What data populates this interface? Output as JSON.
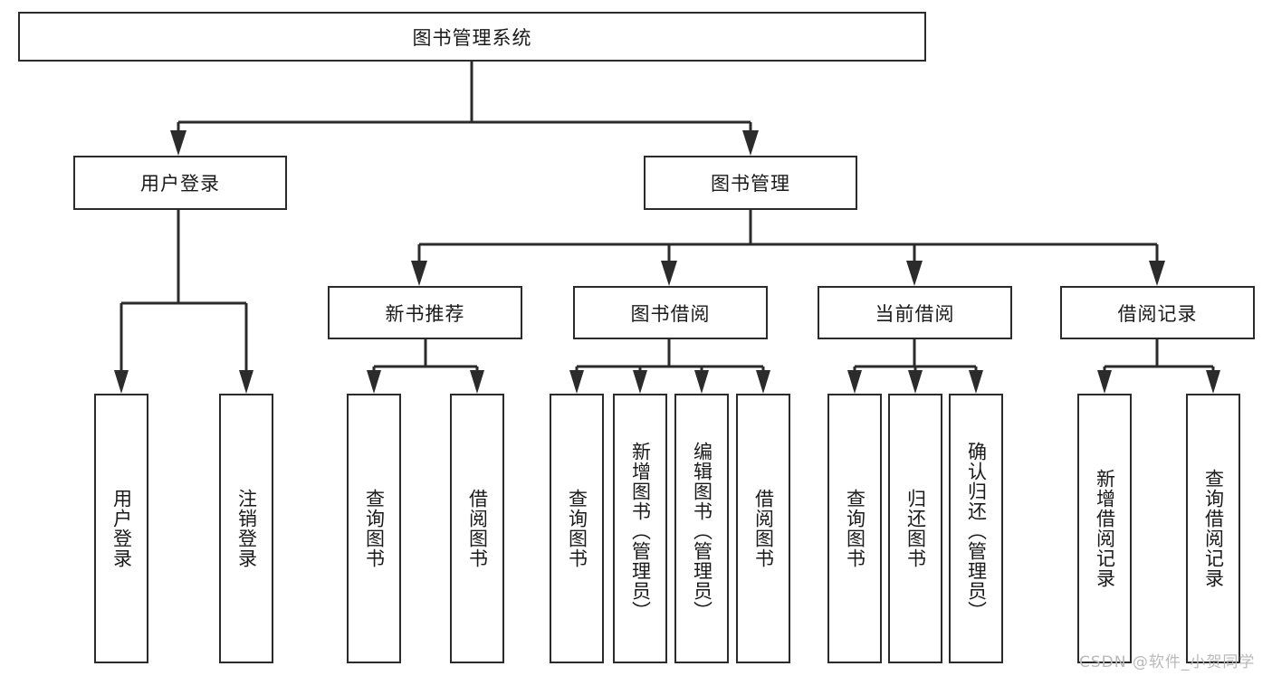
{
  "diagram": {
    "type": "tree",
    "watermark": "CSDN @软件_小贺同学",
    "root": {
      "label": "图书管理系统"
    },
    "level2": [
      {
        "label": "用户登录"
      },
      {
        "label": "图书管理"
      }
    ],
    "level3": [
      {
        "label": "新书推荐"
      },
      {
        "label": "图书借阅"
      },
      {
        "label": "当前借阅"
      },
      {
        "label": "借阅记录"
      }
    ],
    "leaves": {
      "user_login": [
        "用户登录",
        "注销登录"
      ],
      "new_book": [
        "查询图书",
        "借阅图书"
      ],
      "borrow_book": [
        "查询图书",
        "新增图书（管理员）",
        "编辑图书（管理员）",
        "借阅图书"
      ],
      "current_borrow": [
        "查询图书",
        "归还图书",
        "确认归还（管理员）"
      ],
      "borrow_record": [
        "新增借阅记录",
        "查询借阅记录"
      ]
    },
    "colors": {
      "stroke": "#2b2b2b",
      "background": "#ffffff",
      "text": "#1a1a1a",
      "watermark": "#b9b9b9"
    }
  }
}
